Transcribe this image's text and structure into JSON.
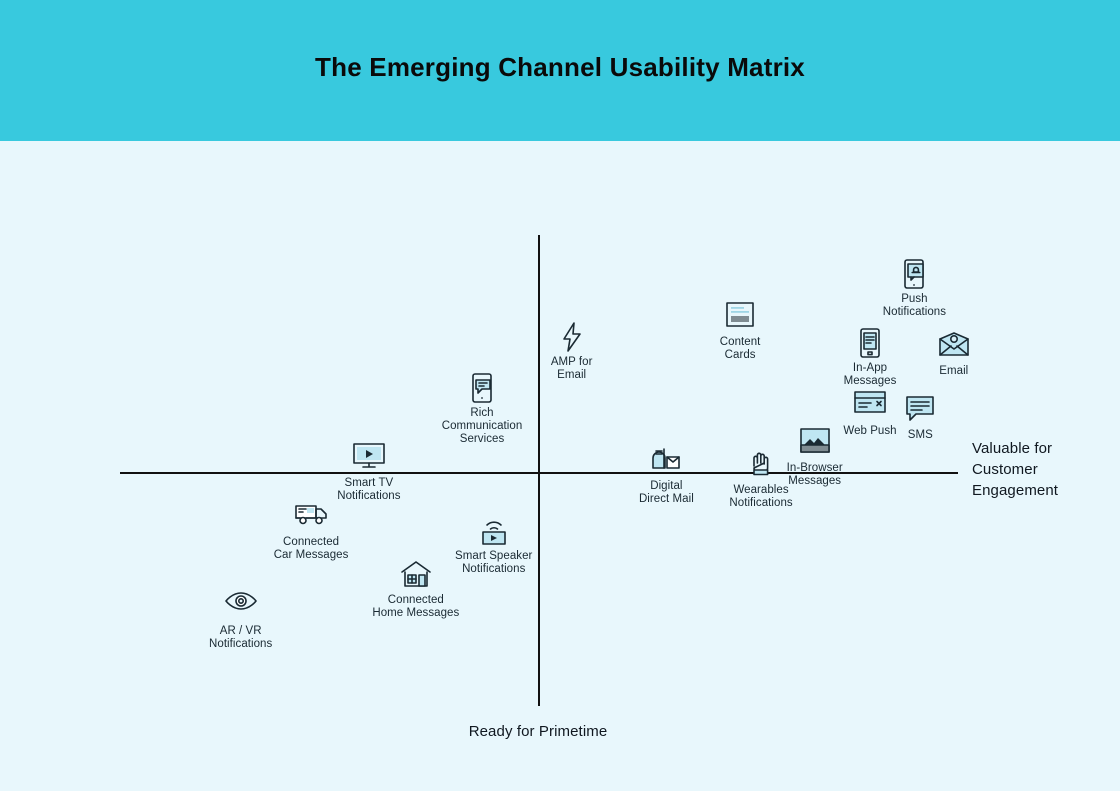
{
  "header": {
    "title": "The Emerging Channel Usability Matrix",
    "band_color": "#38c9de",
    "title_color": "#0a0a0a"
  },
  "canvas": {
    "background_color": "#e8f7fc",
    "axis_color": "#111111"
  },
  "chart_data": {
    "type": "scatter",
    "title": "The Emerging Channel Usability Matrix",
    "xlabel": "Ready for Primetime",
    "ylabel": "Valuable for Customer Engagement",
    "xlim": [
      0,
      100
    ],
    "ylim": [
      0,
      100
    ],
    "grid": false,
    "legend": "none",
    "quadrant_origin": [
      50,
      50
    ],
    "points": [
      {
        "label": "Push\nNotifications",
        "name": "Push Notifications",
        "icon": "phone-bell-icon",
        "x": 94.8,
        "y": 88.2
      },
      {
        "label": "Content\nCards",
        "name": "Content Cards",
        "icon": "content-card-icon",
        "x": 74.0,
        "y": 78.9
      },
      {
        "label": "In-App\nMessages",
        "name": "In-App Messages",
        "icon": "phone-lines-icon",
        "x": 89.5,
        "y": 73.5
      },
      {
        "label": "Email",
        "name": "Email",
        "icon": "envelope-icon",
        "x": 99.5,
        "y": 72.8
      },
      {
        "label": "AMP for\nEmail",
        "name": "AMP for Email",
        "icon": "lightning-bolt-icon",
        "x": 53.9,
        "y": 74.8
      },
      {
        "label": "Web Push",
        "name": "Web Push",
        "icon": "browser-window-icon",
        "x": 89.5,
        "y": 60.1
      },
      {
        "label": "SMS",
        "name": "SMS",
        "icon": "speech-bubble-icon",
        "x": 95.5,
        "y": 59.3
      },
      {
        "label": "In-Browser\nMessages",
        "name": "In-Browser Messages",
        "icon": "image-window-icon",
        "x": 82.9,
        "y": 52.3
      },
      {
        "label": "Rich\nCommunication\nServices",
        "name": "Rich Communication Services",
        "icon": "phone-chat-icon",
        "x": 43.2,
        "y": 64.0
      },
      {
        "label": "Smart TV\nNotifications",
        "name": "Smart TV Notifications",
        "icon": "television-icon",
        "x": 29.7,
        "y": 49.0
      },
      {
        "label": "Digital\nDirect Mail",
        "name": "Digital Direct Mail",
        "icon": "mailbox-icon",
        "x": 65.2,
        "y": 48.5
      },
      {
        "label": "Wearables\nNotifications",
        "name": "Wearables Notifications",
        "icon": "hand-wearable-icon",
        "x": 76.5,
        "y": 47.6
      },
      {
        "label": "Connected\nCar Messages",
        "name": "Connected Car Messages",
        "icon": "van-icon",
        "x": 22.8,
        "y": 36.6
      },
      {
        "label": "Smart Speaker\nNotifications",
        "name": "Smart Speaker Notifications",
        "icon": "smart-speaker-icon",
        "x": 44.6,
        "y": 33.6
      },
      {
        "label": "Connected\nHome Messages",
        "name": "Connected Home Messages",
        "icon": "house-icon",
        "x": 35.3,
        "y": 24.1
      },
      {
        "label": "AR / VR\nNotifications",
        "name": "AR / VR Notifications",
        "icon": "eye-icon",
        "x": 14.4,
        "y": 17.7
      }
    ]
  }
}
